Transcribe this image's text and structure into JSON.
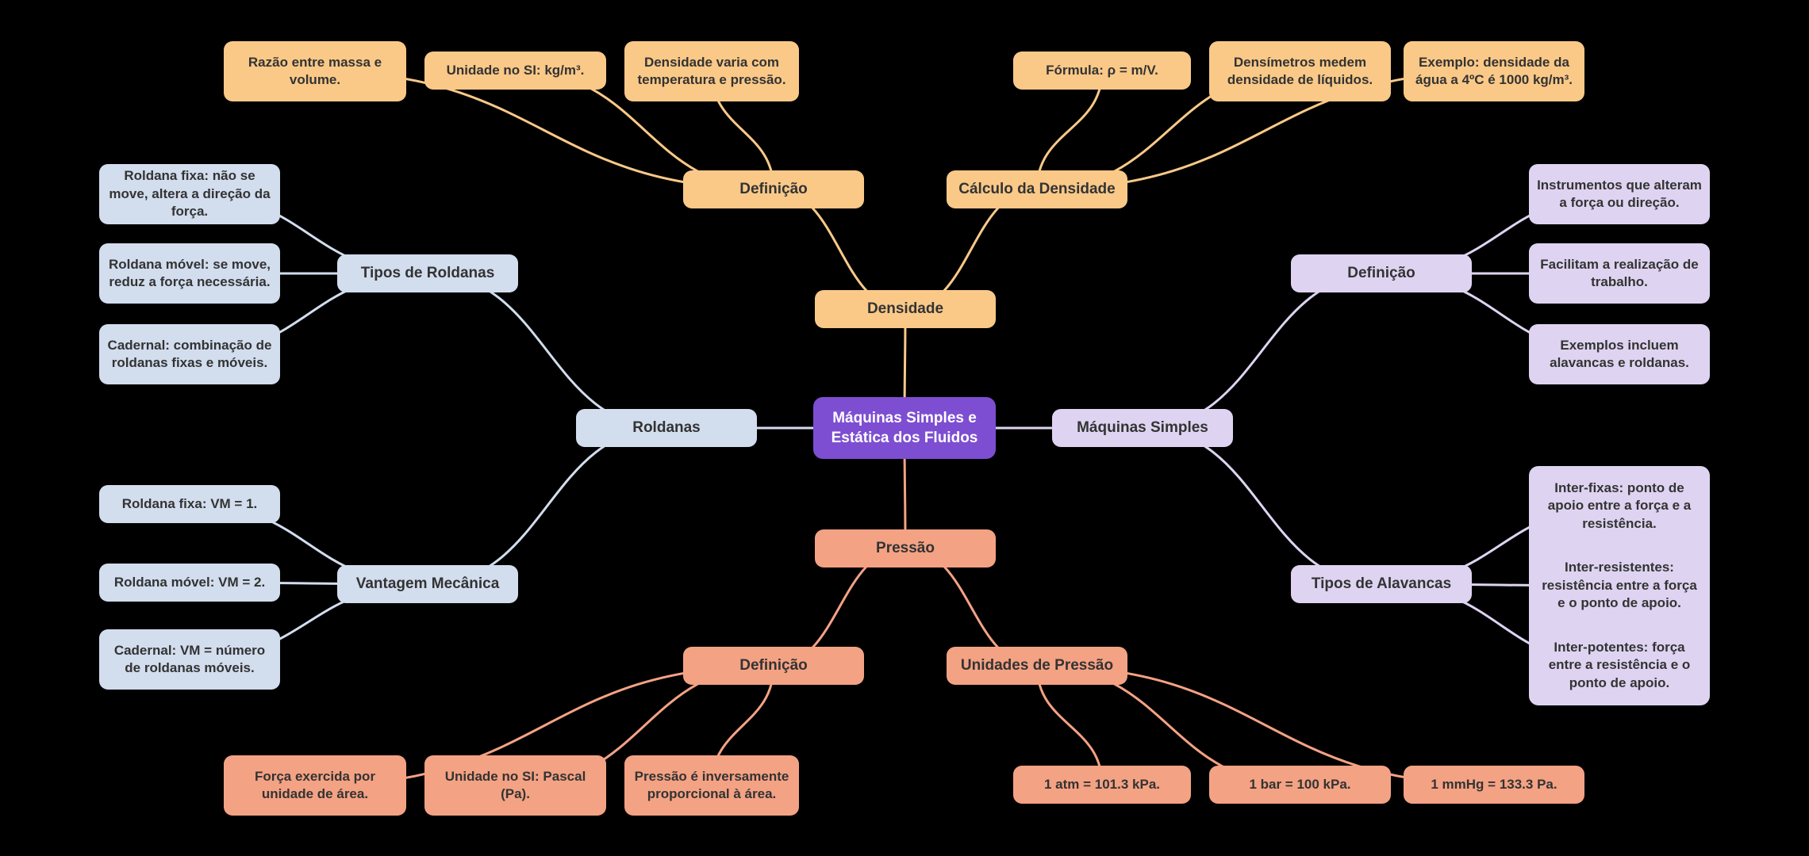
{
  "colors": {
    "background": "#000000",
    "node_text": "#333333",
    "central_text": "#ffffff",
    "purple": "#7d4ed2",
    "orange": "#fac988",
    "blue": "#d2ddee",
    "lavender": "#ded4f1",
    "salmon": "#f4a284"
  },
  "nodes": {
    "central": "Máquinas Simples e Estática dos Fluidos",
    "densidade": "Densidade",
    "dens_def": "Definição",
    "dens_def_1": "Razão entre massa e volume.",
    "dens_def_2": "Unidade no SI: kg/m³.",
    "dens_def_3": "Densidade varia com temperatura e pressão.",
    "dens_calc": "Cálculo da Densidade",
    "dens_calc_1": "Fórmula: ρ = m/V.",
    "dens_calc_2": "Densímetros medem densidade de líquidos.",
    "dens_calc_3": "Exemplo: densidade da água a 4ºC é 1000 kg/m³.",
    "roldanas": "Roldanas",
    "rold_tipos": "Tipos de Roldanas",
    "rold_tipos_1": "Roldana fixa: não se move, altera a direção da força.",
    "rold_tipos_2": "Roldana móvel: se move, reduz a força necessária.",
    "rold_tipos_3": "Cadernal: combinação de roldanas fixas e móveis.",
    "rold_vm": "Vantagem Mecânica",
    "rold_vm_1": "Roldana fixa: VM = 1.",
    "rold_vm_2": "Roldana móvel: VM = 2.",
    "rold_vm_3": "Cadernal: VM = número de roldanas móveis.",
    "maquinas": "Máquinas Simples",
    "maq_def": "Definição",
    "maq_def_1": "Instrumentos que alteram a força ou direção.",
    "maq_def_2": "Facilitam a realização de trabalho.",
    "maq_def_3": "Exemplos incluem alavancas e roldanas.",
    "maq_tipos": "Tipos de Alavancas",
    "maq_tipos_1": "Inter-fixas: ponto de apoio entre a força e a resistência.",
    "maq_tipos_2": "Inter-resistentes: resistência entre a força e o ponto de apoio.",
    "maq_tipos_3": "Inter-potentes: força entre a resistência e o ponto de apoio.",
    "pressao": "Pressão",
    "pres_def": "Definição",
    "pres_def_1": "Força exercida por unidade de área.",
    "pres_def_2": "Unidade no SI: Pascal (Pa).",
    "pres_def_3": "Pressão é inversamente proporcional à área.",
    "pres_unid": "Unidades de Pressão",
    "pres_unid_1": "1 atm = 101.3 kPa.",
    "pres_unid_2": "1 bar = 100 kPa.",
    "pres_unid_3": "1 mmHg = 133.3 Pa."
  },
  "hierarchy": {
    "central": [
      "densidade",
      "roldanas",
      "maquinas",
      "pressao"
    ],
    "densidade": [
      "dens_def",
      "dens_calc"
    ],
    "dens_def": [
      "dens_def_1",
      "dens_def_2",
      "dens_def_3"
    ],
    "dens_calc": [
      "dens_calc_1",
      "dens_calc_2",
      "dens_calc_3"
    ],
    "roldanas": [
      "rold_tipos",
      "rold_vm"
    ],
    "rold_tipos": [
      "rold_tipos_1",
      "rold_tipos_2",
      "rold_tipos_3"
    ],
    "rold_vm": [
      "rold_vm_1",
      "rold_vm_2",
      "rold_vm_3"
    ],
    "maquinas": [
      "maq_def",
      "maq_tipos"
    ],
    "maq_def": [
      "maq_def_1",
      "maq_def_2",
      "maq_def_3"
    ],
    "maq_tipos": [
      "maq_tipos_1",
      "maq_tipos_2",
      "maq_tipos_3"
    ],
    "pressao": [
      "pres_def",
      "pres_unid"
    ],
    "pres_def": [
      "pres_def_1",
      "pres_def_2",
      "pres_def_3"
    ],
    "pres_unid": [
      "pres_unid_1",
      "pres_unid_2",
      "pres_unid_3"
    ]
  }
}
